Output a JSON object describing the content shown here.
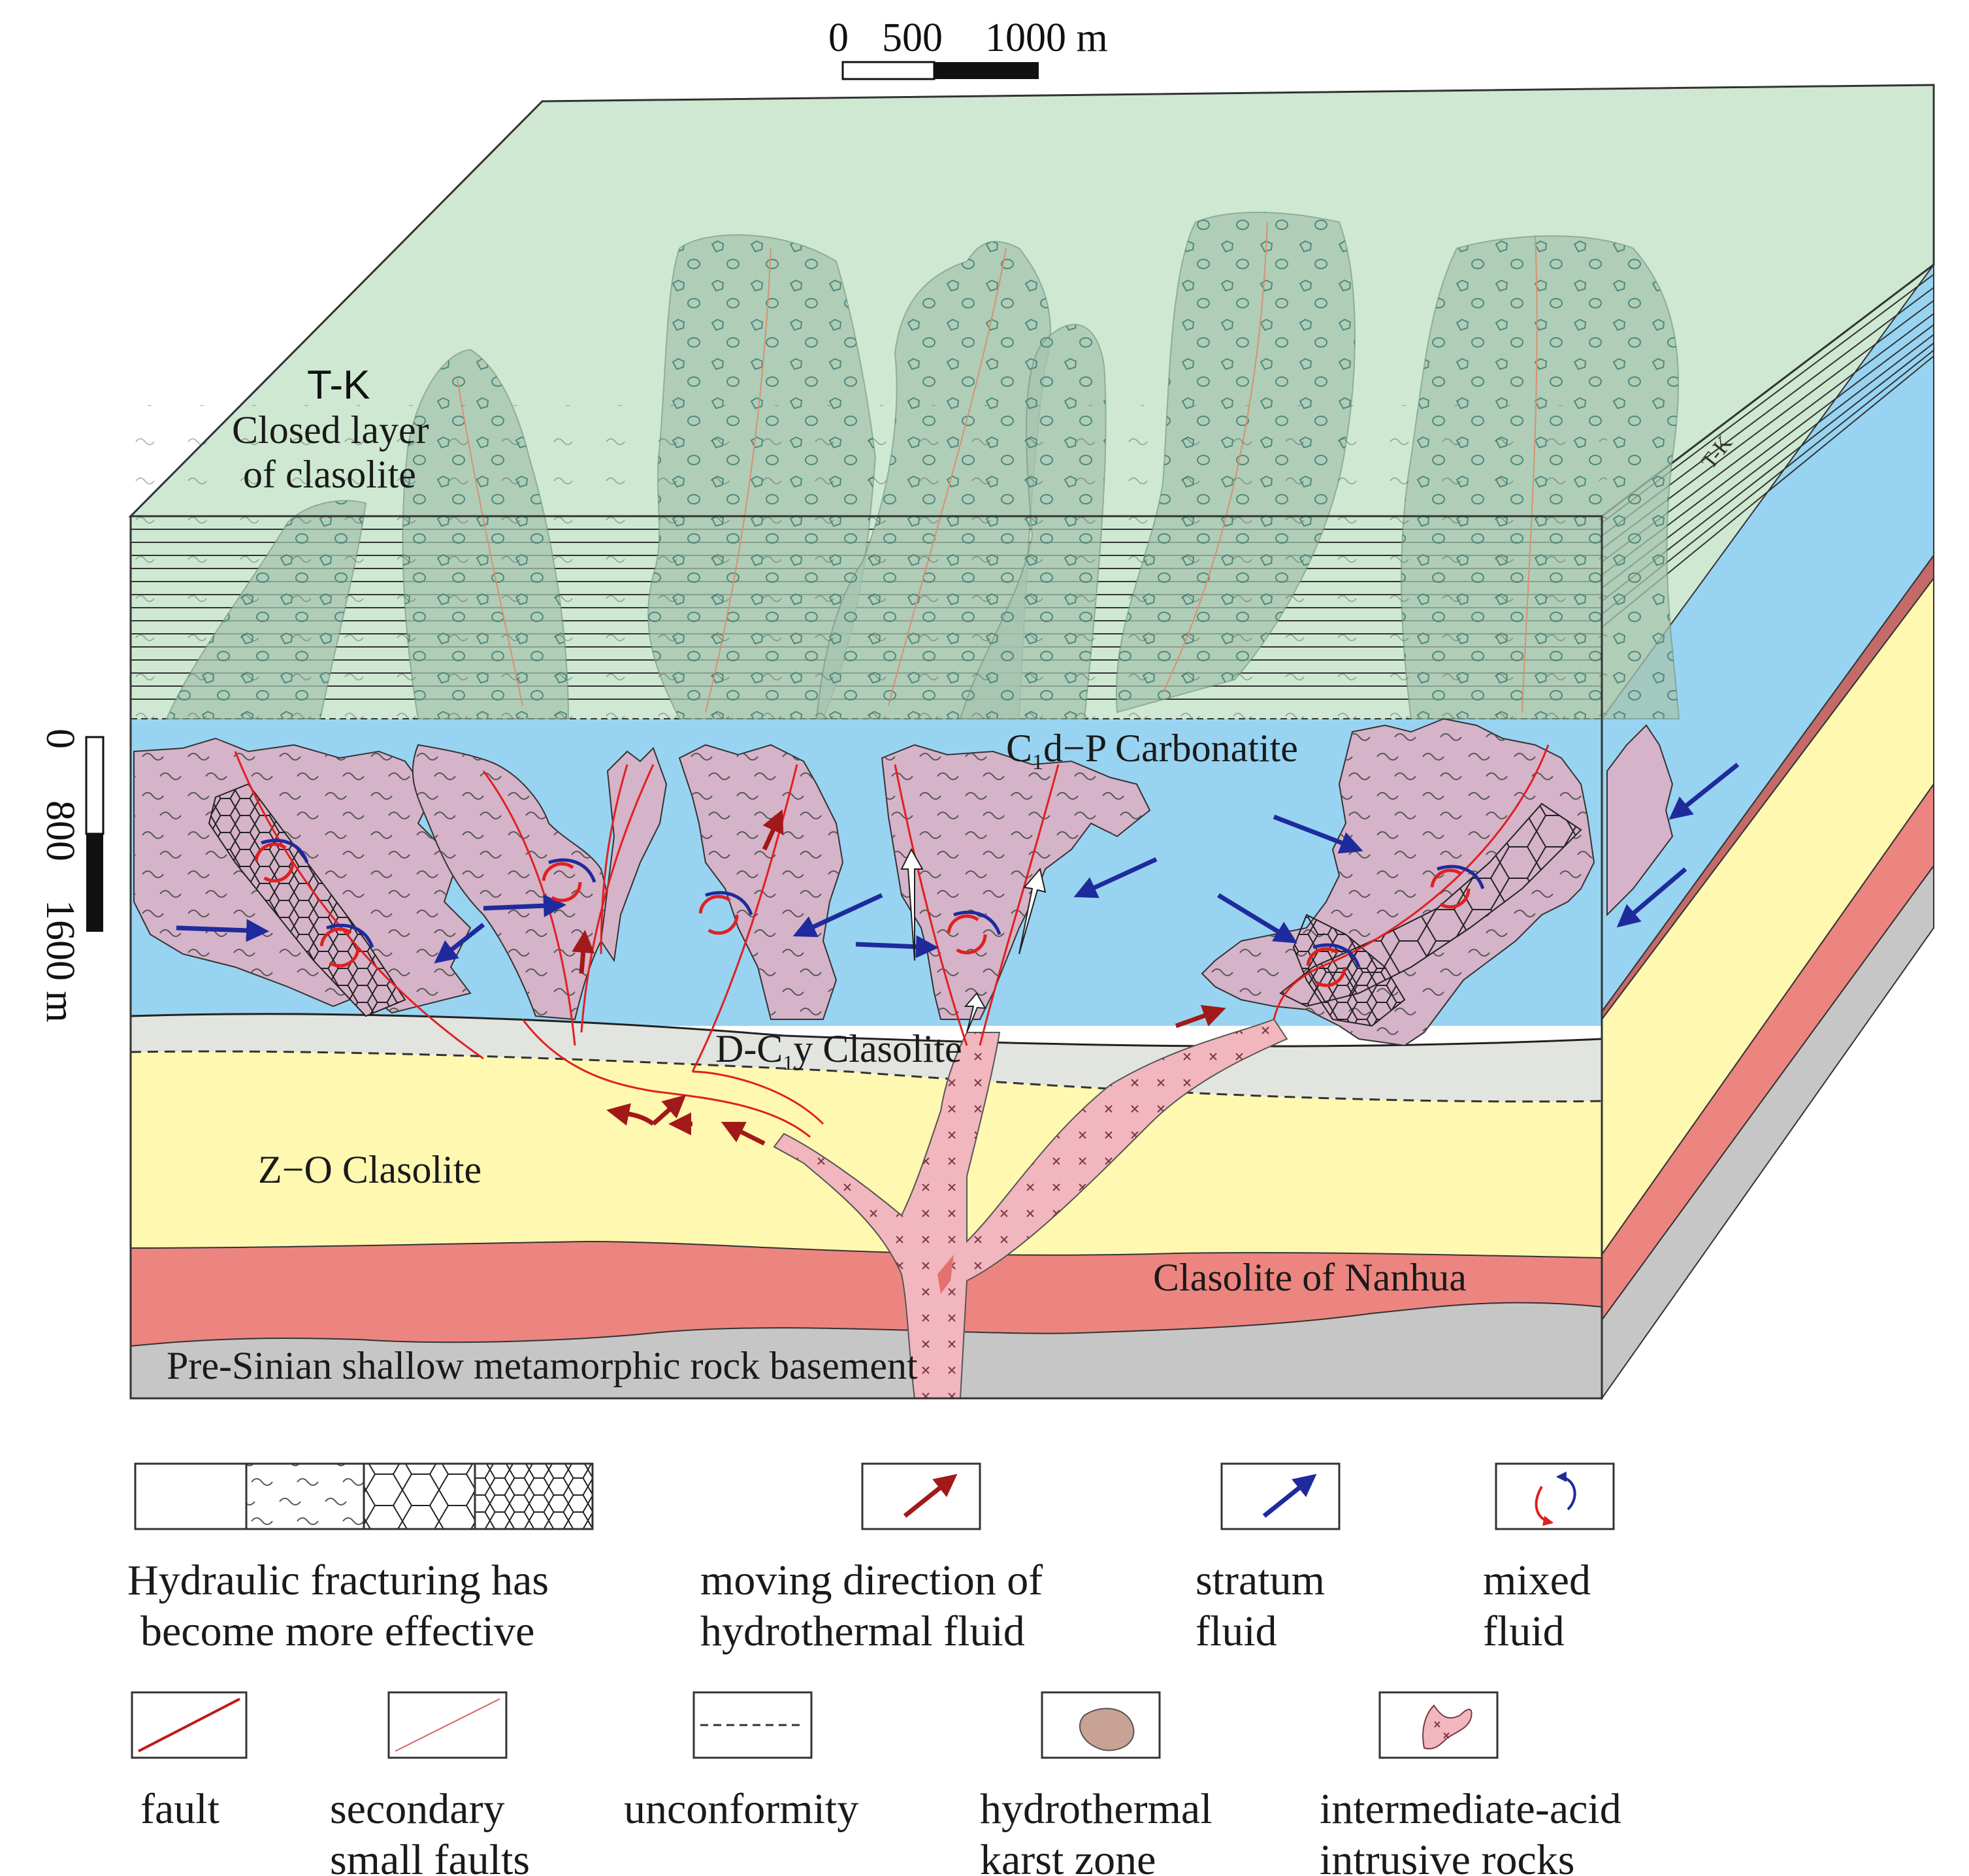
{
  "scale_bar_top": {
    "tick_0": "0",
    "tick_500": "500",
    "tick_1000": "1000 m"
  },
  "scale_bar_side": {
    "tick_0": "0",
    "tick_800": "800",
    "tick_1600": "1600 m"
  },
  "layers": {
    "tk_code": "T-K",
    "tk_line1": "Closed layer",
    "tk_line2": "of clasolite",
    "tk_side": "T-K",
    "carbonatite_prefix": "C",
    "carbonatite_sub": "1",
    "carbonatite_rest": "d−P Carbonatite",
    "dcy_prefix": "D-C",
    "dcy_sub": "1",
    "dcy_rest": "y Clasolite",
    "zo": "Z−O Clasolite",
    "nanhua": "Clasolite of Nanhua",
    "basement": "Pre-Sinian shallow metamorphic rock basement"
  },
  "legend": {
    "hydraulic_line1": "Hydraulic fracturing has",
    "hydraulic_line2": "become more effective",
    "hydrothermal_dir_line1": "moving direction of",
    "hydrothermal_dir_line2": "hydrothermal fluid",
    "stratum_line1": "stratum",
    "stratum_line2": "fluid",
    "mixed_line1": "mixed",
    "mixed_line2": "fluid",
    "fault": "fault",
    "secondary_line1": "secondary",
    "secondary_line2": "small faults",
    "unconformity": "unconformity",
    "karst_line1": "hydrothermal",
    "karst_line2": "karst zone",
    "intrusive_line1": "intermediate-acid",
    "intrusive_line2": "intrusive rocks"
  },
  "colors": {
    "tk": "#cfe8d2",
    "carbonate": "#98d4f2",
    "dcy": "#e2e4e0",
    "zo": "#fff8b0",
    "nanhua": "#ec8580",
    "basement": "#c6c6c6",
    "karst": "#d5b3c8",
    "intrusive": "#f2b6bf",
    "hydro_arrow": "#a11919",
    "stratum_arrow": "#1f2a9c",
    "fault": "#e02020"
  }
}
